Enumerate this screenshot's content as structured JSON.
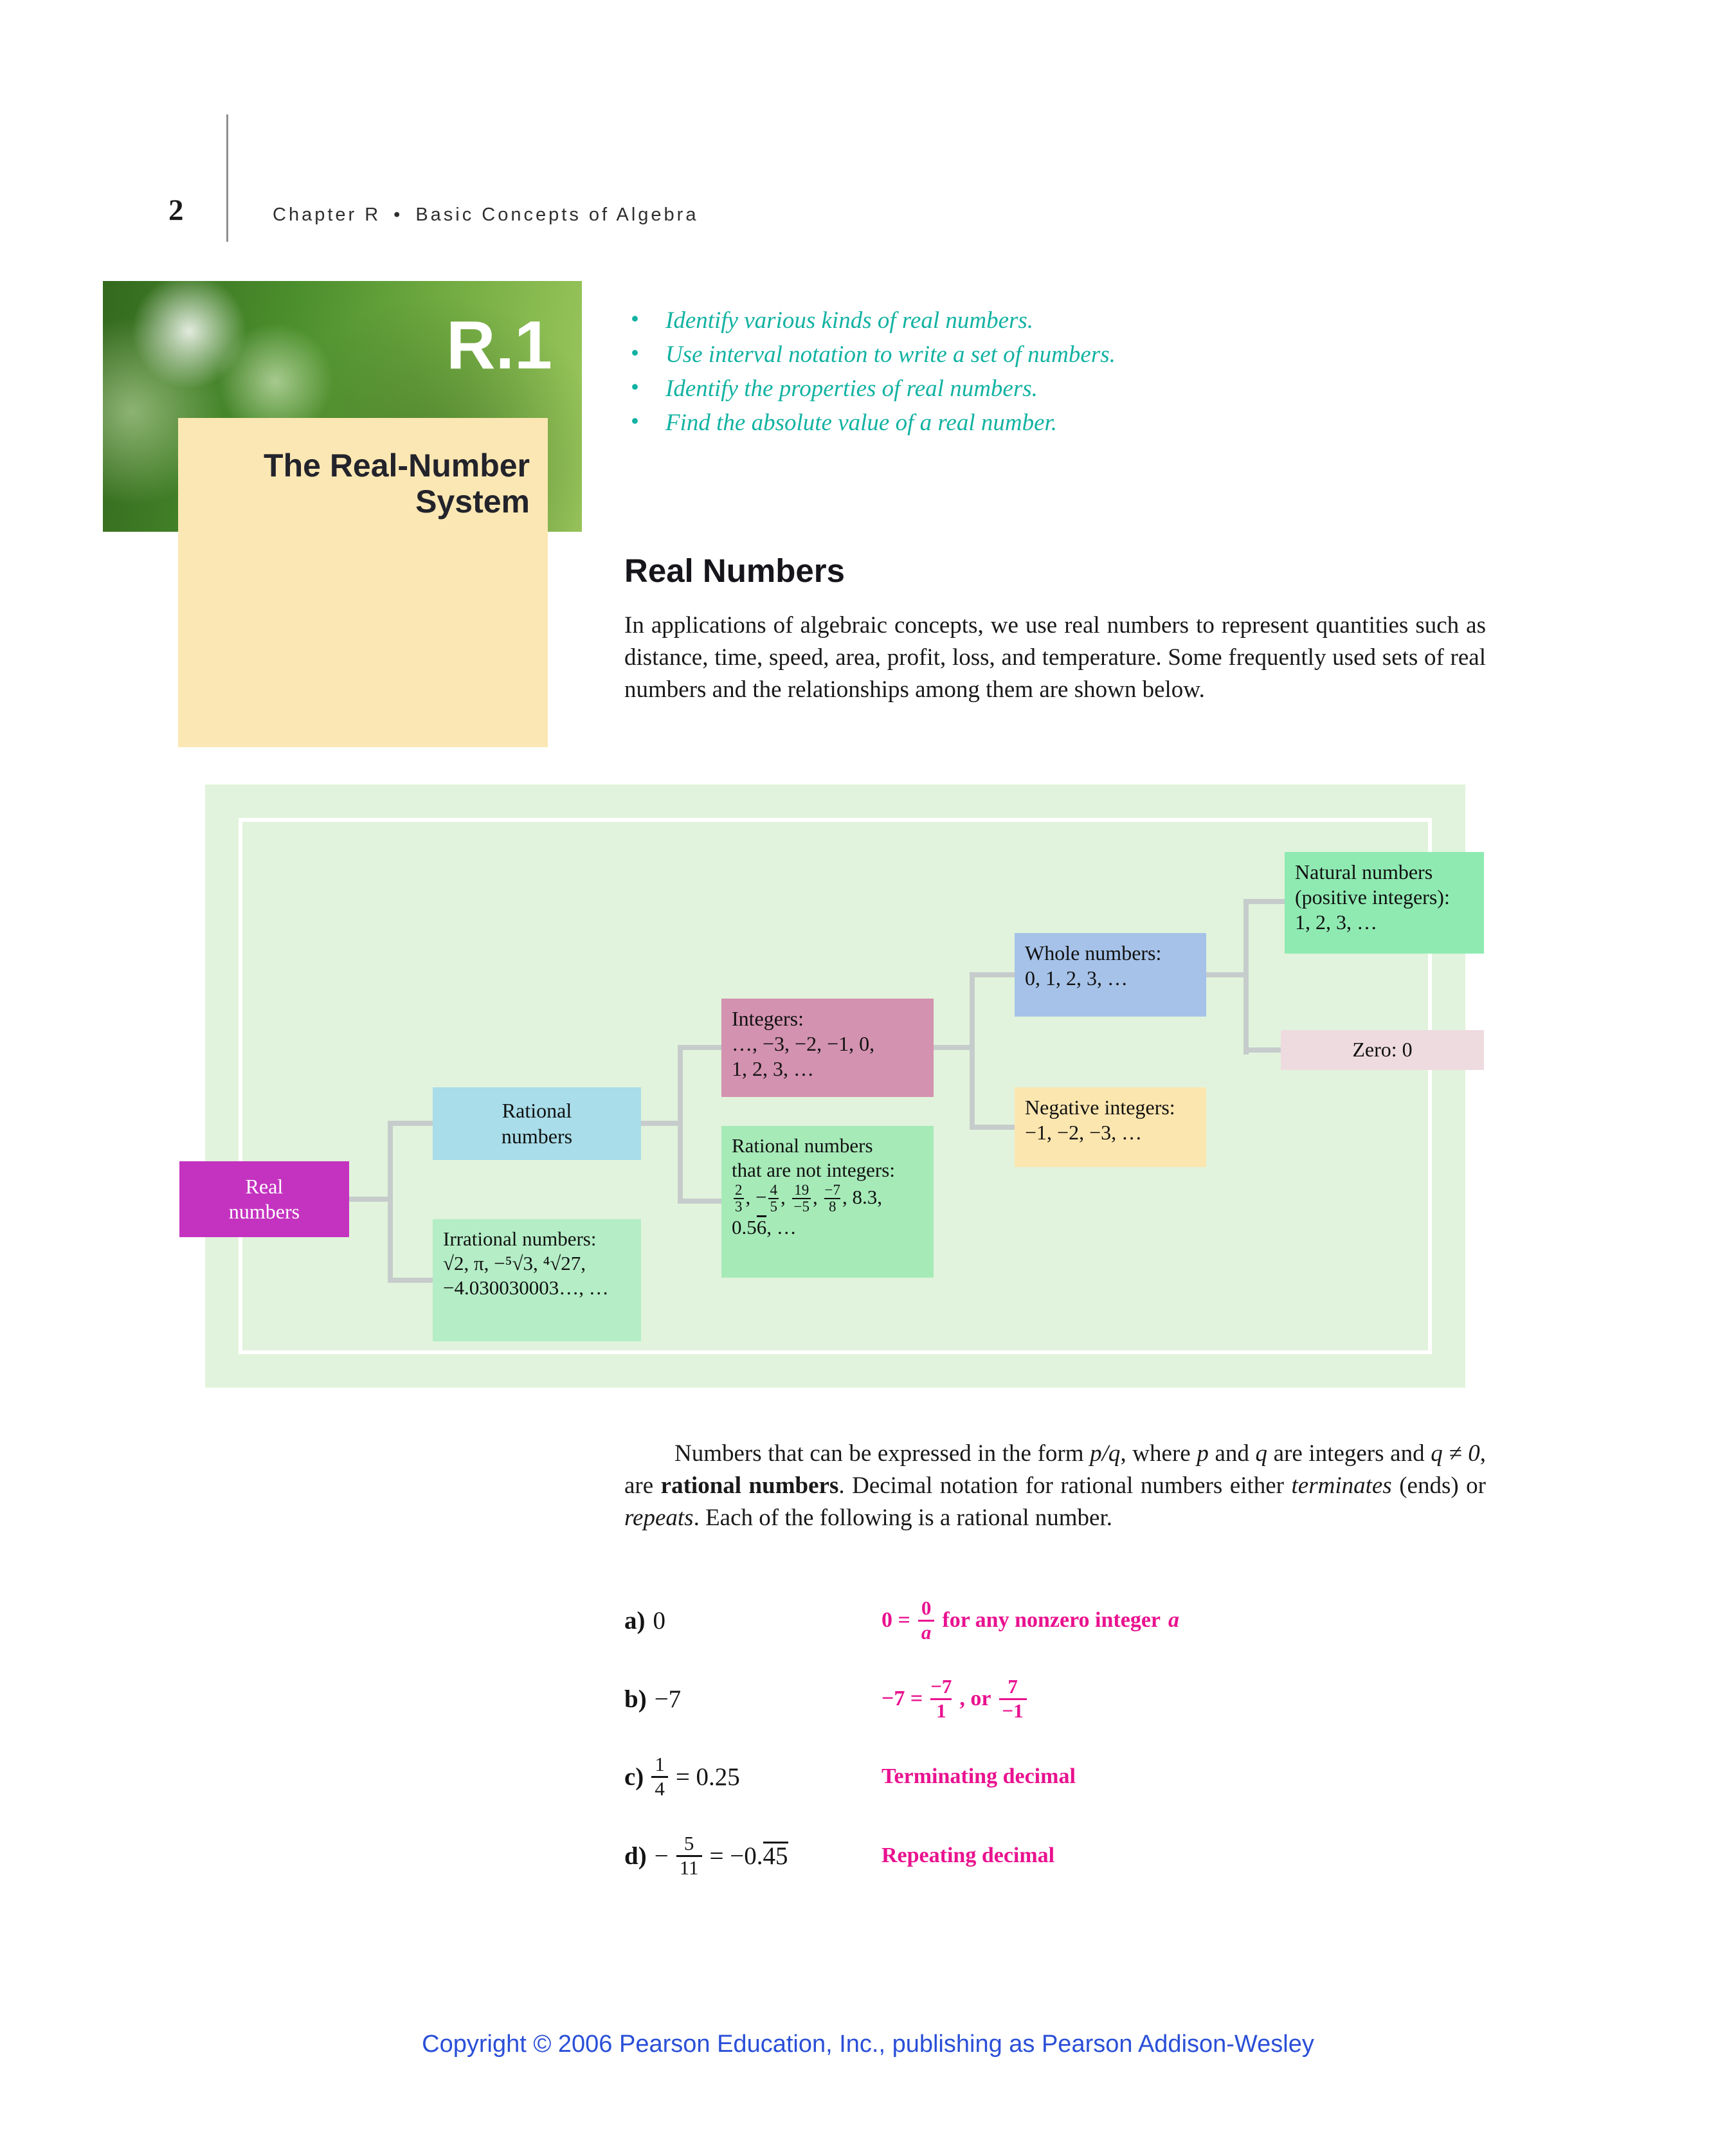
{
  "colors": {
    "objective_teal": "#12b2a2",
    "magenta_math": "#e9128f",
    "footer_blue": "#2a4fd7",
    "banner_cream": "#fbe7b3",
    "diagram_bg": "#e1f3dc",
    "node_real": "#c433c0",
    "node_rational": "#a8dde9",
    "node_irrational": "#b4edc6",
    "node_integers": "#d392af",
    "node_rational_non_integers": "#a6eab8",
    "node_whole": "#a6c2e8",
    "node_negative": "#fce6af",
    "node_natural": "#8feab2",
    "node_zero": "#eedbdf"
  },
  "page": {
    "number": "2",
    "chapter": "Chapter R",
    "separator": "•",
    "chapter_title": "Basic Concepts of Algebra",
    "footer": "Copyright © 2006 Pearson Education, Inc., publishing as Pearson Addison-Wesley"
  },
  "section": {
    "number": "R.1",
    "title_line1": "The Real-Number",
    "title_line2": "System",
    "objectives": [
      "Identify various kinds of real numbers.",
      "Use interval notation to write a set of numbers.",
      "Identify the properties of real numbers.",
      "Find the absolute value of a real number."
    ]
  },
  "content": {
    "heading": "Real Numbers",
    "intro": "In applications of algebraic concepts, we use real numbers to represent quantities such as distance, time, speed, area, profit, loss, and temperature. Some frequently used sets of real numbers and the relationships among them are shown below.",
    "para2": {
      "s1": "Numbers that can be expressed in the form ",
      "s2": "p/q",
      "s3": ", where ",
      "s4": "p",
      "s5": " and ",
      "s6": "q",
      "s7": " are integers and ",
      "s8": "q ≠ 0",
      "s9": ", are ",
      "s10": "rational numbers",
      "s11": ". Decimal notation for rational numbers either ",
      "s12": "terminates",
      "s13": " (ends) or ",
      "s14": "repeats",
      "s15": ". Each of the following is a rational number."
    }
  },
  "diagram": {
    "comma": ",",
    "real": {
      "line1": "Real",
      "line2": "numbers"
    },
    "rational": {
      "line1": "Rational",
      "line2": "numbers"
    },
    "irrational": {
      "line1": "Irrational numbers:",
      "line2": "√2, π, −⁵√3, ⁴√27,",
      "line3": "−4.030030003…, …"
    },
    "integers": {
      "line1": "Integers:",
      "line2": "…, −3, −2, −1, 0,",
      "line3": "1, 2, 3, …"
    },
    "rni": {
      "line1": "Rational numbers",
      "line2": "that are not integers:",
      "f1n": "2",
      "f1d": "3",
      "f2sign": "−",
      "f2n": "4",
      "f2d": "5",
      "f3n": "19",
      "f3d": "−5",
      "f4n": "−7",
      "f4d": "8",
      "tail": "8.3,",
      "dec_pre": "0.5",
      "dec_bar": "6",
      "dec_tail": ", …"
    },
    "whole": {
      "line1": "Whole numbers:",
      "line2": "0, 1, 2, 3, …"
    },
    "negative": {
      "line1": "Negative integers:",
      "line2": "−1, −2, −3, …"
    },
    "natural": {
      "line1": "Natural numbers",
      "line2": "(positive integers):",
      "line3": "1, 2, 3, …"
    },
    "zero": {
      "label": "Zero: 0"
    }
  },
  "examples": {
    "a_label": "a)",
    "a_value": "0",
    "a_lead": "0 =",
    "a_num": "0",
    "a_den": "a",
    "a_tail": "for any nonzero integer",
    "a_var": "a",
    "b_label": "b)",
    "b_value": "−7",
    "b_lead": "−7 =",
    "b_f1n": "−7",
    "b_f1d": "1",
    "b_mid": ", or",
    "b_f2n": "7",
    "b_f2d": "−1",
    "c_label": "c)",
    "c_num": "1",
    "c_den": "4",
    "c_eq": "= 0.25",
    "c_ann": "Terminating decimal",
    "d_label": "d)",
    "d_sign": "−",
    "d_num": "5",
    "d_den": "11",
    "d_eq_pre": "= −0.",
    "d_eq_bar": "45",
    "d_ann": "Repeating decimal"
  }
}
